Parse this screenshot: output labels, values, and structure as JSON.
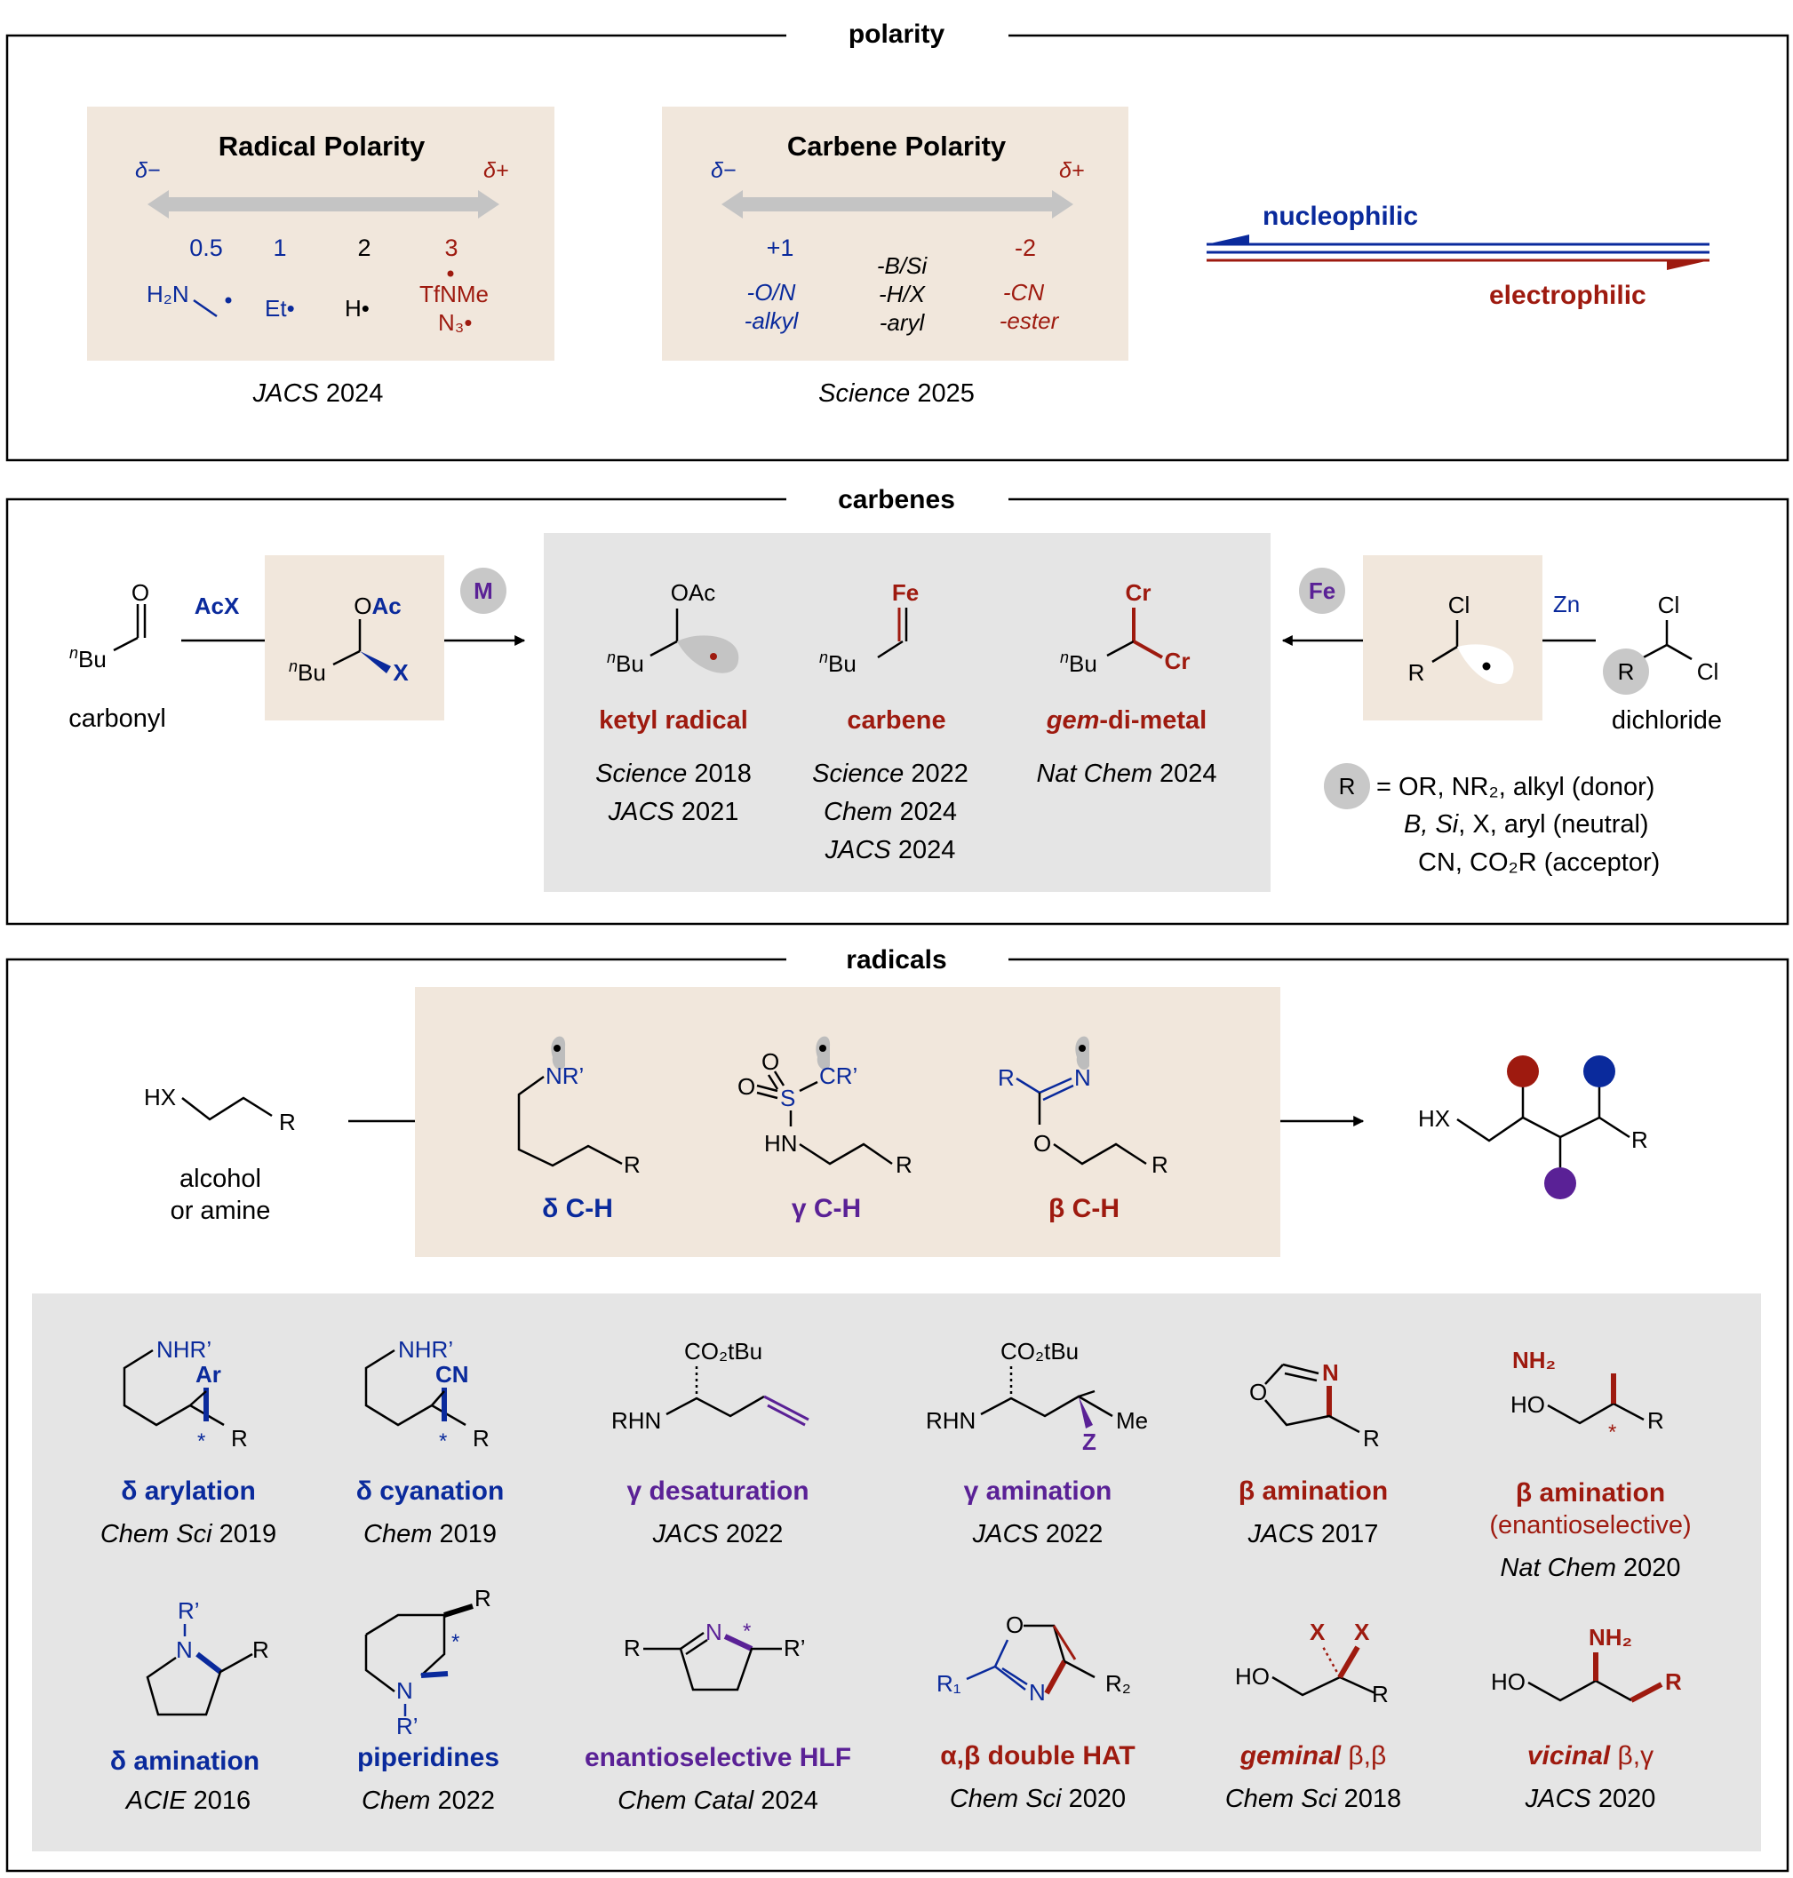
{
  "colors": {
    "blue": "#0a2a9c",
    "red": "#9e1a0f",
    "purple": "#5a2196",
    "tan": "#f1e7dc",
    "gray": "#e5e5e5",
    "arrow_gray": "#c4c4c4",
    "circle_gray": "#c8c8c8"
  },
  "polarity": {
    "heading": "polarity",
    "radical": {
      "title": "Radical Polarity",
      "delta_minus": "δ−",
      "delta_plus": "δ+",
      "scale": [
        "0.5",
        "1",
        "2",
        "3"
      ],
      "species": {
        "amine": "H₂N",
        "ethyl": "Et•",
        "hydrogen": "H•",
        "tfnme": "TfNMe",
        "azide": "N₃•"
      },
      "citation_journal": "JACS",
      "citation_year": " 2024"
    },
    "carbene": {
      "title": "Carbene Polarity",
      "delta_minus": "δ−",
      "delta_plus": "δ+",
      "scale": [
        "+1",
        "",
        "-2"
      ],
      "donor": [
        "-O/N",
        "-alkyl"
      ],
      "neutral": [
        "-B/Si",
        "-H/X",
        "-aryl"
      ],
      "acceptor": [
        "-CN",
        "-ester"
      ],
      "citation_journal": "Science",
      "citation_year": " 2025"
    },
    "nucleophilic": "nucleophilic",
    "electrophilic": "electrophilic"
  },
  "carbenes": {
    "heading": "carbenes",
    "carbonyl_label": "carbonyl",
    "acx": "AcX",
    "metal_m": "M",
    "metal_fe": "Fe",
    "zn": "Zn",
    "oac": "OAc",
    "x": "X",
    "nbu": "Bu",
    "n_super": "n",
    "o": "O",
    "fe_atom": "Fe",
    "cr_atom": "Cr",
    "cl": "Cl",
    "r": "R",
    "dichloride_label": "dichloride",
    "products": [
      {
        "name": "ketyl radical",
        "refs": [
          [
            "Science",
            " 2018"
          ],
          [
            "JACS",
            " 2021"
          ]
        ]
      },
      {
        "name": "carbene",
        "refs": [
          [
            "Science",
            " 2022"
          ],
          [
            "Chem",
            " 2024"
          ],
          [
            "JACS",
            " 2024"
          ]
        ]
      },
      {
        "name_it": "gem",
        "name_rest": "-di-metal",
        "refs": [
          [
            "Nat Chem",
            " 2024"
          ]
        ]
      }
    ],
    "r_def": {
      "line1": "= OR, NR₂, alkyl (donor)",
      "line2_it": "B, Si",
      "line2_rest": ", X, aryl (neutral)",
      "line3": "CN, CO₂R (acceptor)"
    }
  },
  "radicals": {
    "heading": "radicals",
    "substrate_label": [
      "alcohol",
      "or amine"
    ],
    "hx": "HX",
    "r": "R",
    "nr": "NR’",
    "cr": "CR’",
    "s": "S",
    "o": "O",
    "hn": "HN",
    "n": "N",
    "delta_ch": "δ C-H",
    "gamma_ch": "γ C-H",
    "beta_ch": "β C-H",
    "items": [
      {
        "label": "δ arylation",
        "journal": "Chem Sci",
        "year": " 2019"
      },
      {
        "label": "δ cyanation",
        "journal": "Chem",
        "year": " 2019"
      },
      {
        "label": "γ desaturation",
        "journal": "JACS",
        "year": " 2022"
      },
      {
        "label": "γ amination",
        "journal": "JACS",
        "year": " 2022"
      },
      {
        "label": "β amination",
        "journal": "JACS",
        "year": " 2017"
      },
      {
        "label": "β amination",
        "label2": "(enantioselective)",
        "journal": "Nat Chem",
        "year": " 2020"
      },
      {
        "label": "δ amination",
        "journal": "ACIE",
        "year": " 2016"
      },
      {
        "label": "piperidines",
        "journal": "Chem",
        "year": " 2022"
      },
      {
        "label": "enantioselective HLF",
        "journal": "Chem Catal",
        "year": " 2024"
      },
      {
        "label": "α,β double HAT",
        "journal": "Chem Sci",
        "year": " 2020"
      },
      {
        "label_it": "geminal",
        "label_rest": " β,β",
        "journal": "Chem Sci",
        "year": " 2018"
      },
      {
        "label_it": "vicinal",
        "label_rest": " β,γ",
        "journal": "JACS",
        "year": " 2020"
      }
    ],
    "atoms": {
      "nhr": "NHR’",
      "ar": "Ar",
      "cn": "CN",
      "star": "*",
      "co2tbu": "CO₂tBu",
      "rhn": "RHN",
      "me": "Me",
      "z": "Z",
      "ho": "HO",
      "nh2": "NH₂",
      "r_prime": "R’",
      "r1": "R₁",
      "r2": "R₂"
    }
  }
}
